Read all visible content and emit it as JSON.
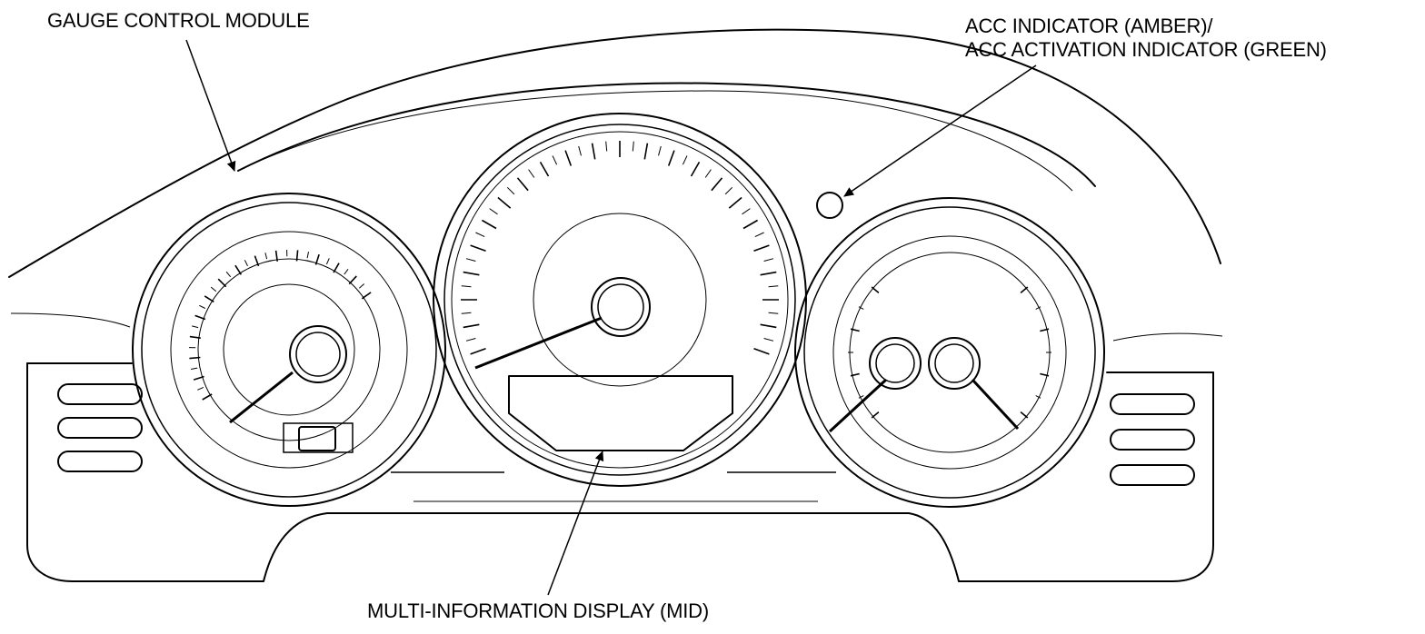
{
  "diagram": {
    "callouts": {
      "gauge_control_module": "GAUGE CONTROL MODULE",
      "acc_indicator_line1": "ACC INDICATOR (AMBER)/",
      "acc_indicator_line2": "ACC ACTIVATION INDICATOR (GREEN)",
      "multi_information_display": "MULTI-INFORMATION DISPLAY (MID)"
    }
  }
}
